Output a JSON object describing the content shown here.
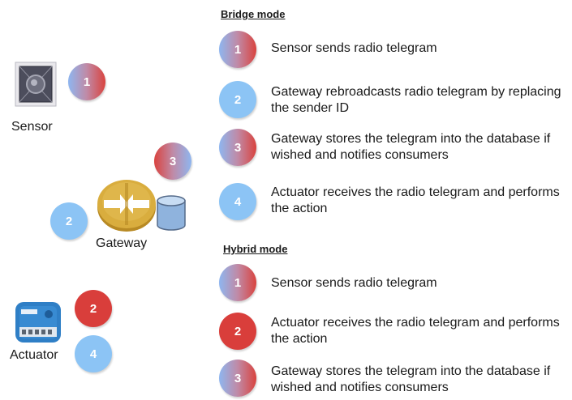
{
  "diagram": {
    "sensor_label": "Sensor",
    "gateway_label": "Gateway",
    "actuator_label": "Actuator",
    "left_badges": {
      "sensor": "1",
      "gateway_top": "3",
      "gateway_left": "2",
      "actuator_top": "2",
      "actuator_bottom": "4"
    }
  },
  "bridge": {
    "heading": "Bridge mode",
    "steps": [
      {
        "num": "1",
        "text": "Sensor sends radio telegram"
      },
      {
        "num": "2",
        "text": "Gateway rebroadcasts radio telegram by replacing the sender ID"
      },
      {
        "num": "3",
        "text": "Gateway stores the telegram into the database if wished and notifies consumers"
      },
      {
        "num": "4",
        "text": "Actuator receives the radio telegram and performs the action"
      }
    ]
  },
  "hybrid": {
    "heading": "Hybrid mode",
    "steps": [
      {
        "num": "1",
        "text": "Sensor sends radio telegram"
      },
      {
        "num": "2",
        "text": "Actuator receives the radio telegram and performs the action"
      },
      {
        "num": "3",
        "text": "Gateway stores the telegram into the database if wished and notifies consumers"
      }
    ]
  },
  "colors": {
    "step_blue": "#8cc4f5",
    "step_red": "#d93e3b",
    "gateway_gold": "#d4a437",
    "db_blue": "#9ec3ea"
  },
  "icons": [
    "sensor-icon",
    "gateway-icon",
    "database-icon",
    "actuator-icon"
  ]
}
